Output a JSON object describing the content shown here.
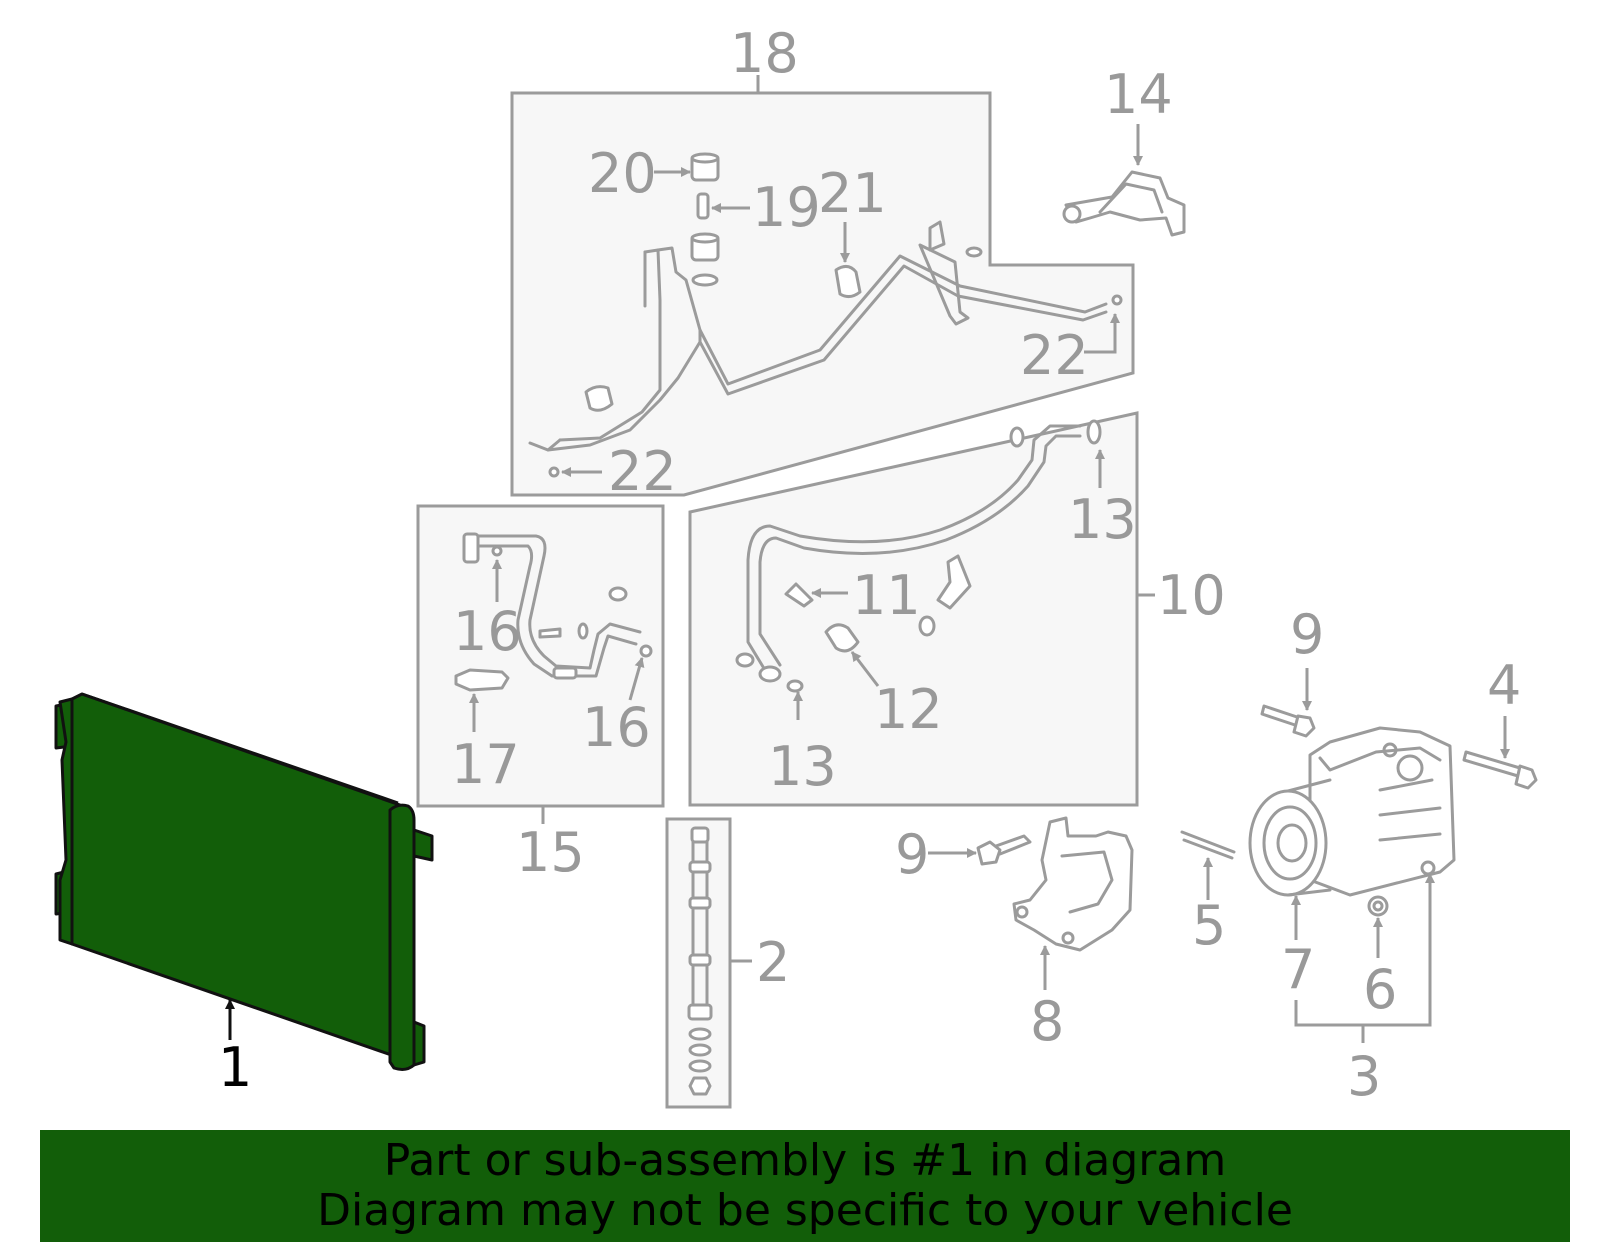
{
  "callouts": {
    "c1": "1",
    "c2": "2",
    "c3": "3",
    "c4": "4",
    "c5": "5",
    "c6": "6",
    "c7": "7",
    "c8": "8",
    "c9a": "9",
    "c9b": "9",
    "c10": "10",
    "c11": "11",
    "c12": "12",
    "c13a": "13",
    "c13b": "13",
    "c14": "14",
    "c15": "15",
    "c16a": "16",
    "c16b": "16",
    "c17": "17",
    "c18": "18",
    "c19": "19",
    "c20": "20",
    "c21": "21",
    "c22a": "22",
    "c22b": "22"
  },
  "highlighted_part": "1",
  "banner": {
    "line1": "Part or sub-assembly is #1 in diagram",
    "line2": "Diagram may not be specific to your vehicle"
  },
  "colors": {
    "highlight": "#125e09",
    "line_art": "#9b9b9b",
    "box_fill": "#f7f7f7"
  }
}
